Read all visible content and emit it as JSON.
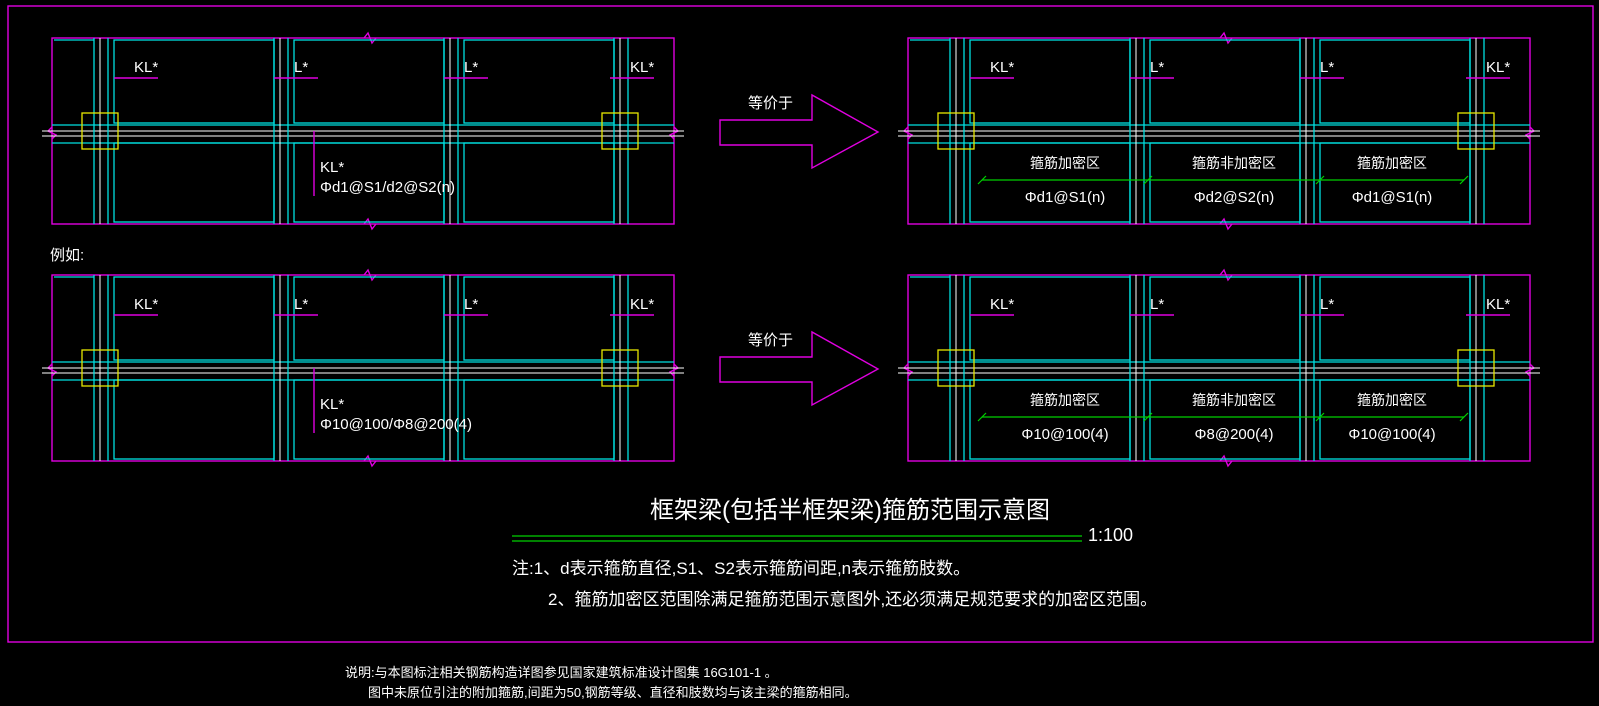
{
  "colors": {
    "background": "#000000",
    "border": "#e000e0",
    "beam": "#00e0e0",
    "column": "#e8e800",
    "dimension": "#00d000",
    "text": "#ffffff"
  },
  "panels": {
    "top_left": {
      "beam_labels": [
        "KL*",
        "L*",
        "L*",
        "KL*"
      ],
      "callout_name": "KL*",
      "callout_spec": "Φd1@S1/d2@S2(n)"
    },
    "top_right": {
      "beam_labels": [
        "KL*",
        "L*",
        "L*",
        "KL*"
      ],
      "zones": [
        {
          "name": "箍筋加密区",
          "spec": "Φd1@S1(n)"
        },
        {
          "name": "箍筋非加密区",
          "spec": "Φd2@S2(n)"
        },
        {
          "name": "箍筋加密区",
          "spec": "Φd1@S1(n)"
        }
      ]
    },
    "bottom_left": {
      "beam_labels": [
        "KL*",
        "L*",
        "L*",
        "KL*"
      ],
      "callout_name": "KL*",
      "callout_spec": "Φ10@100/Φ8@200(4)"
    },
    "bottom_right": {
      "beam_labels": [
        "KL*",
        "L*",
        "L*",
        "KL*"
      ],
      "zones": [
        {
          "name": "箍筋加密区",
          "spec": "Φ10@100(4)"
        },
        {
          "name": "箍筋非加密区",
          "spec": "Φ8@200(4)"
        },
        {
          "name": "箍筋加密区",
          "spec": "Φ10@100(4)"
        }
      ]
    }
  },
  "arrows": {
    "top_label": "等价于",
    "bottom_label": "等价于"
  },
  "example_label": "例如:",
  "title": "框架梁(包括半框架梁)箍筋范围示意图",
  "scale": "1:100",
  "notes": [
    "注:1、d表示箍筋直径,S1、S2表示箍筋间距,n表示箍筋肢数。",
    "2、箍筋加密区范围除满足箍筋范围示意图外,还必须满足规范要求的加密区范围。"
  ],
  "footer": [
    "说明:与本图标注相关钢筋构造详图参见国家建筑标准设计图集 16G101-1 。",
    "图中未原位引注的附加箍筋,间距为50,钢筋等级、直径和肢数均与该主梁的箍筋相同。"
  ]
}
